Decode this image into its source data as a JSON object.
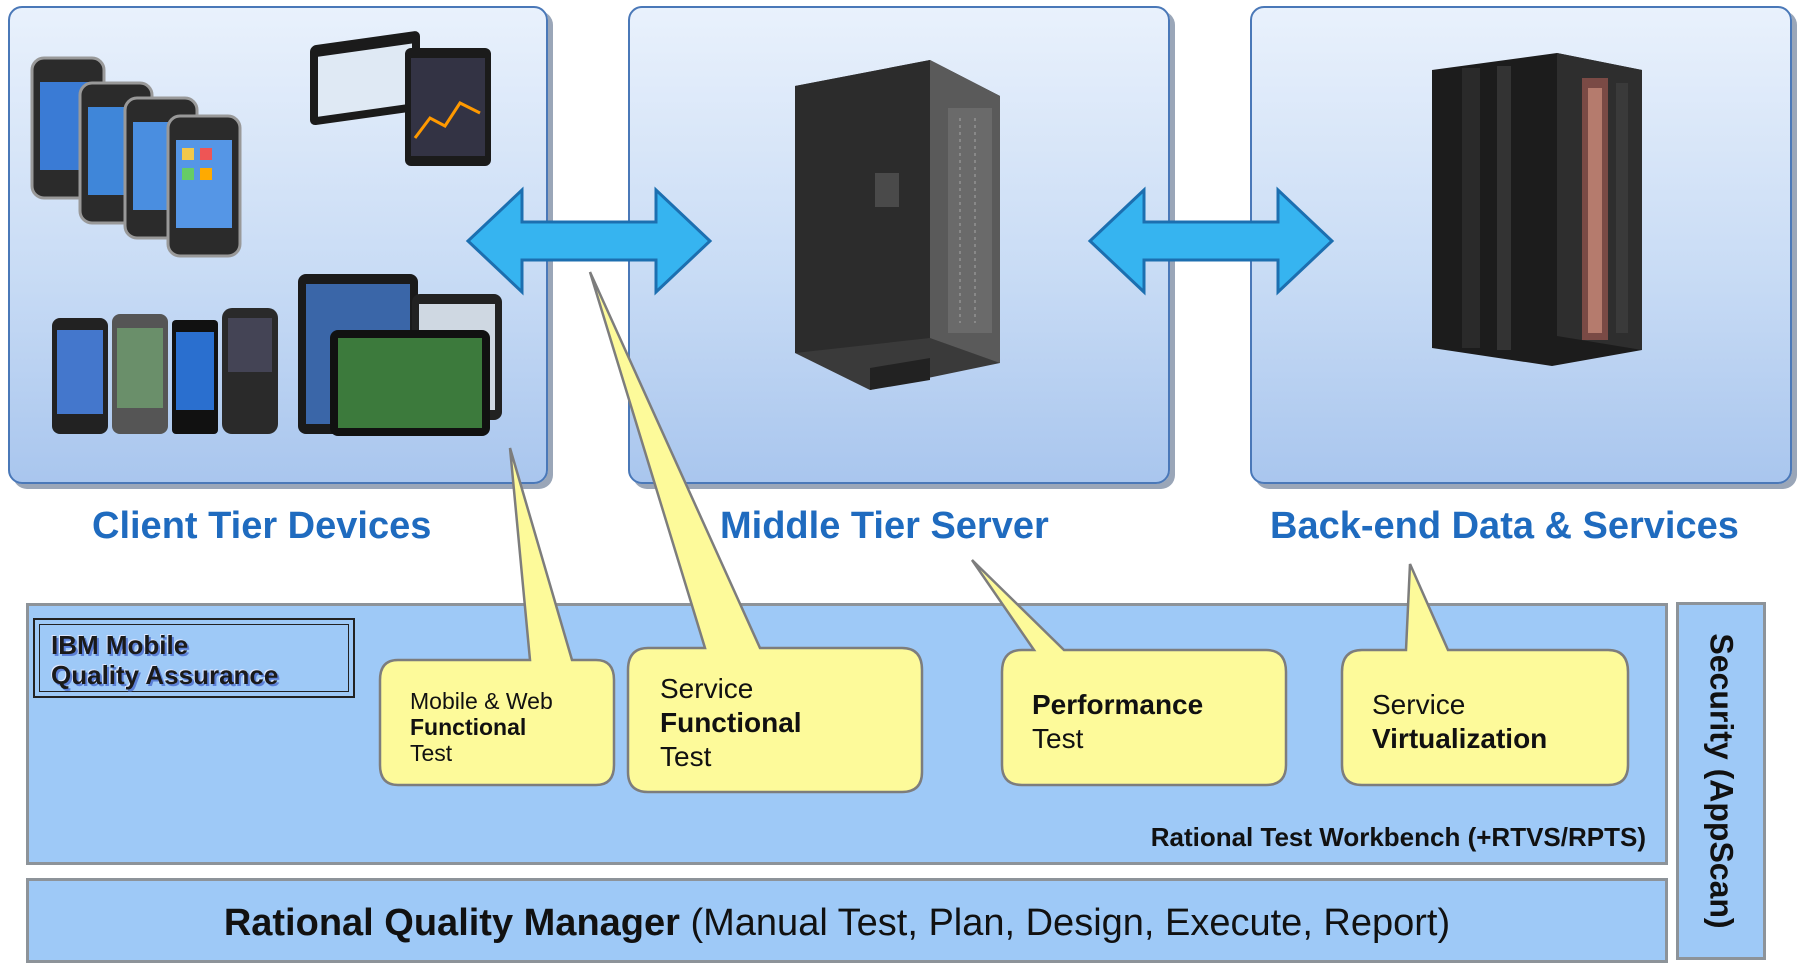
{
  "tiers": [
    {
      "label": "Client Tier Devices"
    },
    {
      "label": "Middle Tier Server"
    },
    {
      "label": "Back-end Data & Services"
    }
  ],
  "brand": {
    "line1": "IBM Mobile",
    "line2": "Quality Assurance"
  },
  "bubbles": [
    {
      "pre": "Mobile & Web",
      "bold": "Functional",
      "post": "Test"
    },
    {
      "pre": "Service",
      "bold": "Functional",
      "post": "Test"
    },
    {
      "pre": "",
      "bold": "Performance",
      "post": "Test"
    },
    {
      "pre": "Service",
      "bold": "Virtualization",
      "post": ""
    }
  ],
  "workbench_label": "Rational Test Workbench (+RTVS/RPTS)",
  "quality_manager": {
    "bold": "Rational Quality Manager",
    "rest": " (Manual Test, Plan, Design, Execute, Report)"
  },
  "security_label": "Security (AppScan)",
  "colors": {
    "tier_border": "#4a78b8",
    "label_blue": "#1f6bbf",
    "band_fill": "#9ec9f7",
    "bubble_fill": "#fdfa9a",
    "arrow_fill": "#36b4f0"
  }
}
